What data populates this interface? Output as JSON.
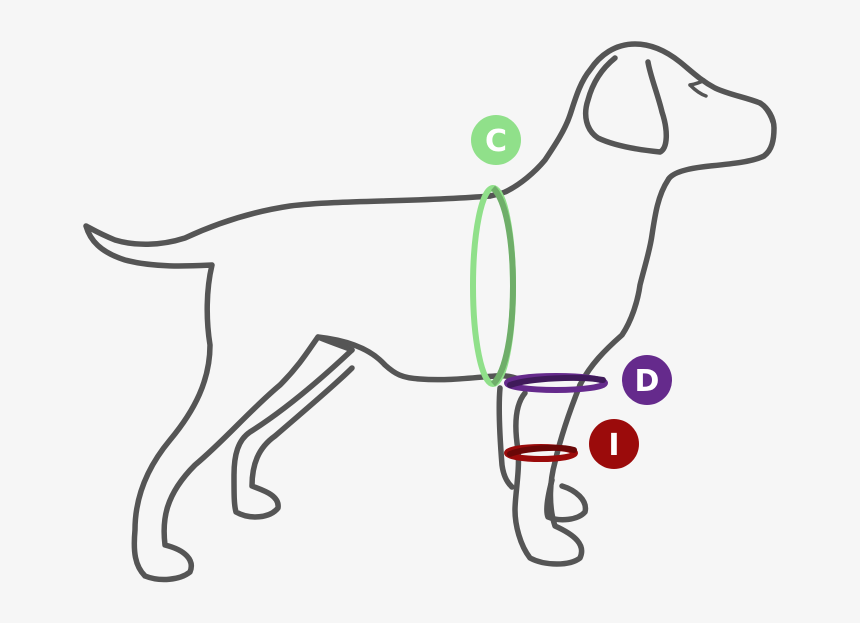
{
  "labels": {
    "chest": "C",
    "upper_leg": "D",
    "lower_leg": "I"
  },
  "colors": {
    "background": "#f6f6f6",
    "outline": "#555555",
    "chest_ring": "#90e08a",
    "chest_ring_shade": "#6fae69",
    "upper_leg_ring": "#652a8c",
    "lower_leg_ring": "#9b0b0b"
  },
  "icons": {
    "figure": "dog-outline-icon"
  }
}
